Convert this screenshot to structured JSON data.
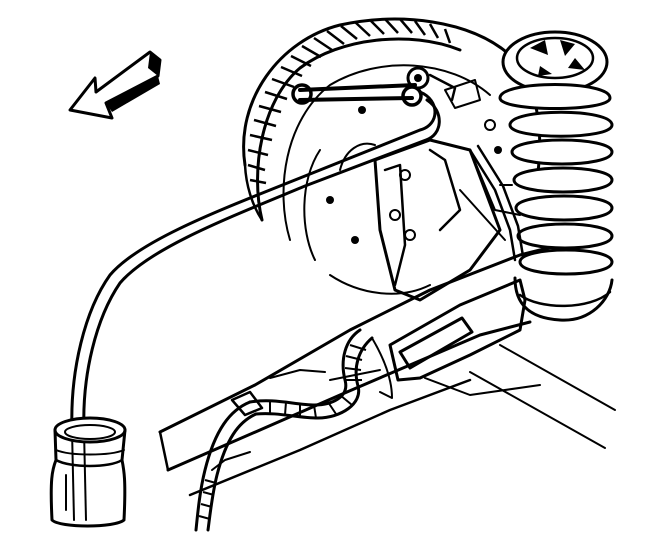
{
  "figure": {
    "kind": "line-art illustration",
    "background": "#ffffff",
    "ink": "#000000",
    "parts": [
      "direction-arrow-icon",
      "brake-drum",
      "backing-plate",
      "bleeder-valve",
      "bleeder-wrench",
      "bleed-hose",
      "fluid-jar",
      "coil-spring",
      "axle-housing",
      "control-arm",
      "brake-line",
      "wire-harness"
    ]
  }
}
